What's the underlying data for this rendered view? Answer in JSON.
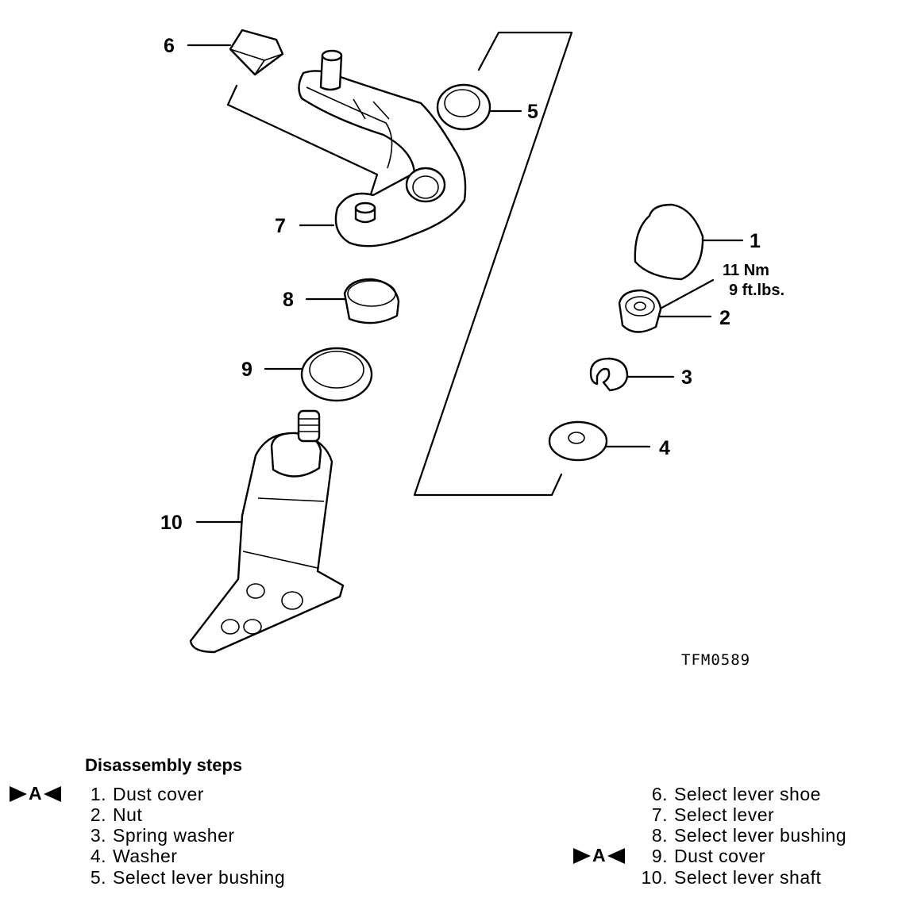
{
  "diagram": {
    "callouts": {
      "c1": "1",
      "c2": "2",
      "c3": "3",
      "c4": "4",
      "c5": "5",
      "c6": "6",
      "c7": "7",
      "c8": "8",
      "c9": "9",
      "c10": "10"
    },
    "torque": {
      "nm": "11 Nm",
      "ftlbs": "9 ft.lbs."
    },
    "figure_code": "TFM0589"
  },
  "legend": {
    "title": "Disassembly steps",
    "mark_text": "A",
    "left_steps": [
      {
        "num": "1.",
        "label": "Dust cover",
        "marked": true
      },
      {
        "num": "2.",
        "label": "Nut",
        "marked": false
      },
      {
        "num": "3.",
        "label": "Spring washer",
        "marked": false
      },
      {
        "num": "4.",
        "label": "Washer",
        "marked": false
      },
      {
        "num": "5.",
        "label": "Select lever bushing",
        "marked": false
      }
    ],
    "right_steps": [
      {
        "num": "6.",
        "label": "Select lever shoe",
        "marked": false
      },
      {
        "num": "7.",
        "label": "Select lever",
        "marked": false
      },
      {
        "num": "8.",
        "label": "Select lever bushing",
        "marked": false
      },
      {
        "num": "9.",
        "label": "Dust cover",
        "marked": true
      },
      {
        "num": "10.",
        "label": "Select lever shaft",
        "marked": false
      }
    ]
  }
}
